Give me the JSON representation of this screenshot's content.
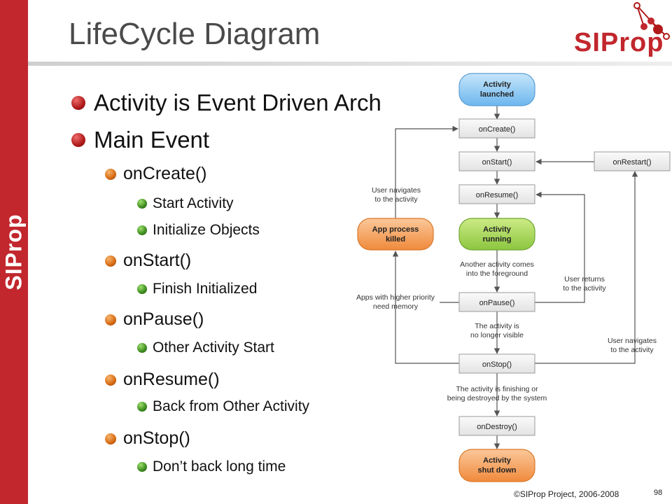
{
  "slide": {
    "title": "LifeCycle Diagram",
    "brand": "SIProp",
    "sidebar_logo": "SIProp",
    "footer_copyright": "©SIProp Project, 2006-2008",
    "page_number": "98"
  },
  "bullets": [
    {
      "level": 1,
      "text": "Activity is Event Driven Arch"
    },
    {
      "level": 1,
      "text": "Main Event"
    },
    {
      "level": 2,
      "text": "onCreate()"
    },
    {
      "level": 3,
      "text": "Start Activity"
    },
    {
      "level": 3,
      "text": "Initialize Objects"
    },
    {
      "level": 2,
      "text": "onStart()"
    },
    {
      "level": 3,
      "text": "Finish Initialized"
    },
    {
      "level": 2,
      "text": "onPause()"
    },
    {
      "level": 3,
      "text": "Other Activity Start"
    },
    {
      "level": 2,
      "text": "onResume()"
    },
    {
      "level": 3,
      "text": "Back from Other Activity"
    },
    {
      "level": 2,
      "text": "onStop()"
    },
    {
      "level": 3,
      "text": "Don’t back long time"
    }
  ],
  "diagram": {
    "nodes": {
      "launched": [
        "Activity",
        "launched"
      ],
      "oncreate": "onCreate()",
      "onstart": "onStart()",
      "onrestart": "onRestart()",
      "onresume": "onResume()",
      "running": [
        "Activity",
        "running"
      ],
      "killed": [
        "App process",
        "killed"
      ],
      "onpause": "onPause()",
      "onstop": "onStop()",
      "ondestroy": "onDestroy()",
      "shutdown": [
        "Activity",
        "shut down"
      ]
    },
    "labels": {
      "user_navigates_to": [
        "User navigates",
        "to the activity"
      ],
      "another_activity": [
        "Another activity comes",
        "into the foreground"
      ],
      "higher_priority": [
        "Apps with higher priority",
        "need memory"
      ],
      "user_returns": [
        "User returns",
        "to the activity"
      ],
      "no_longer_visible": [
        "The activity is",
        "no longer visible"
      ],
      "user_navigates_to_2": [
        "User navigates",
        "to the activity"
      ],
      "finishing": [
        "The activity is finishing or",
        "being destroyed by the system"
      ]
    },
    "colors": {
      "blue": "#8ec9f4",
      "green": "#a8d84b",
      "orange": "#f7a35c",
      "box": "#efefef",
      "edge": "#555555"
    }
  }
}
